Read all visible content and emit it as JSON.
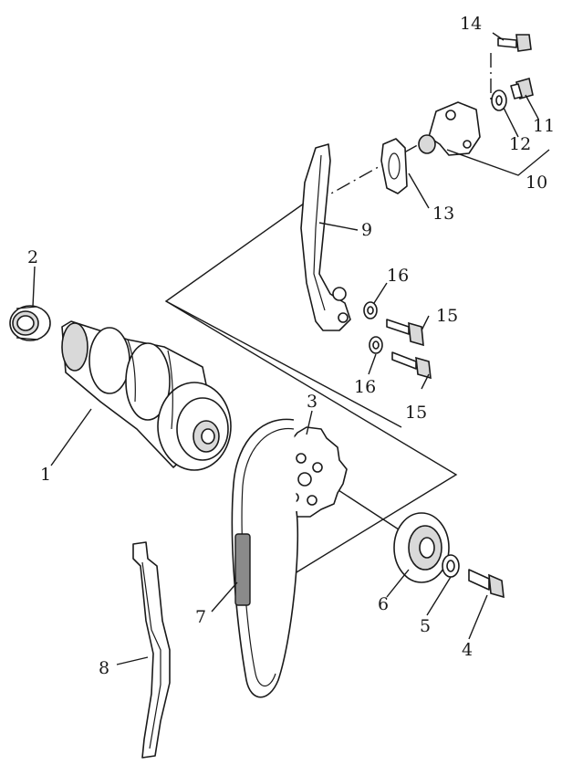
{
  "labels": {
    "l1": "1",
    "l2": "2",
    "l3": "3",
    "l4": "4",
    "l5": "5",
    "l6": "6",
    "l7": "7",
    "l8": "8",
    "l9": "9",
    "l10": "10",
    "l11": "11",
    "l12": "12",
    "l13": "13",
    "l14": "14",
    "l15a": "15",
    "l15b": "15",
    "l16a": "16",
    "l16b": "16"
  },
  "colors": {
    "ink": "#1a1a1a",
    "shade": "#d9d9d9",
    "background": "#ffffff"
  }
}
